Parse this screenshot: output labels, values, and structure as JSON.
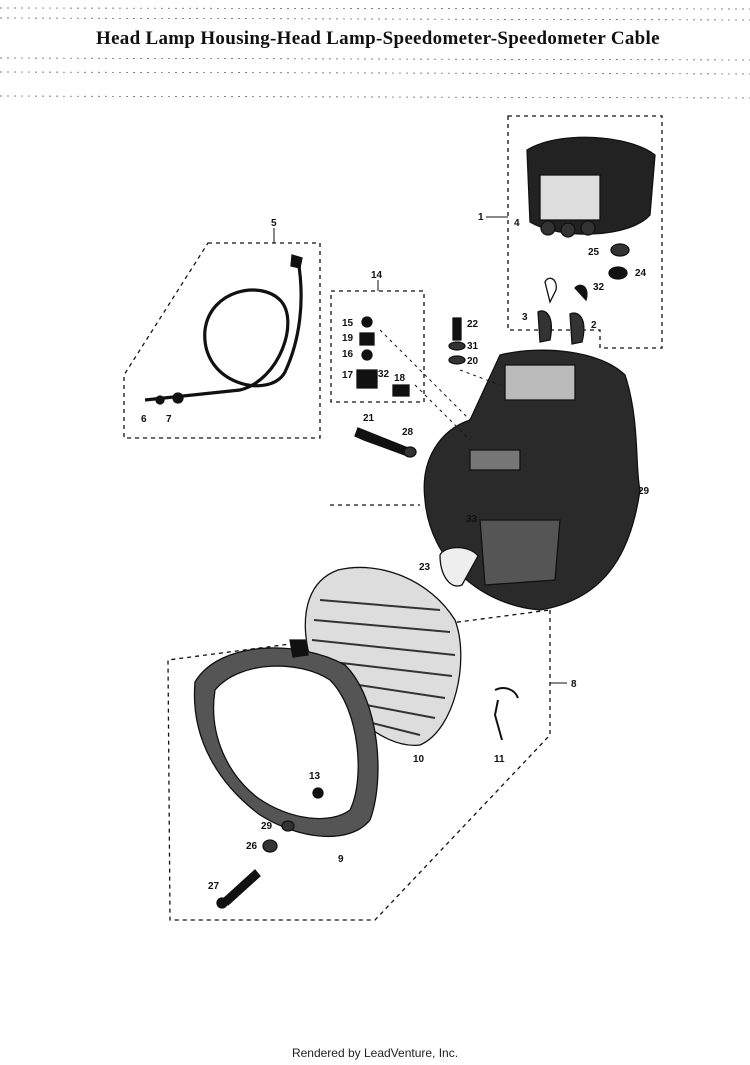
{
  "title": "Head Lamp Housing-Head Lamp-Speedometer-Speedometer Cable",
  "footer": "Rendered by LeadVenture, Inc.",
  "callouts": [
    "1",
    "2",
    "3",
    "4",
    "5",
    "6",
    "7",
    "8",
    "9",
    "10",
    "11",
    "13",
    "14",
    "15",
    "16",
    "17",
    "18",
    "19",
    "20",
    "21",
    "22",
    "23",
    "24",
    "25",
    "26",
    "27",
    "28",
    "29",
    "31",
    "32",
    "33"
  ],
  "colors": {
    "ink": "#111111",
    "paper": "#ffffff"
  }
}
